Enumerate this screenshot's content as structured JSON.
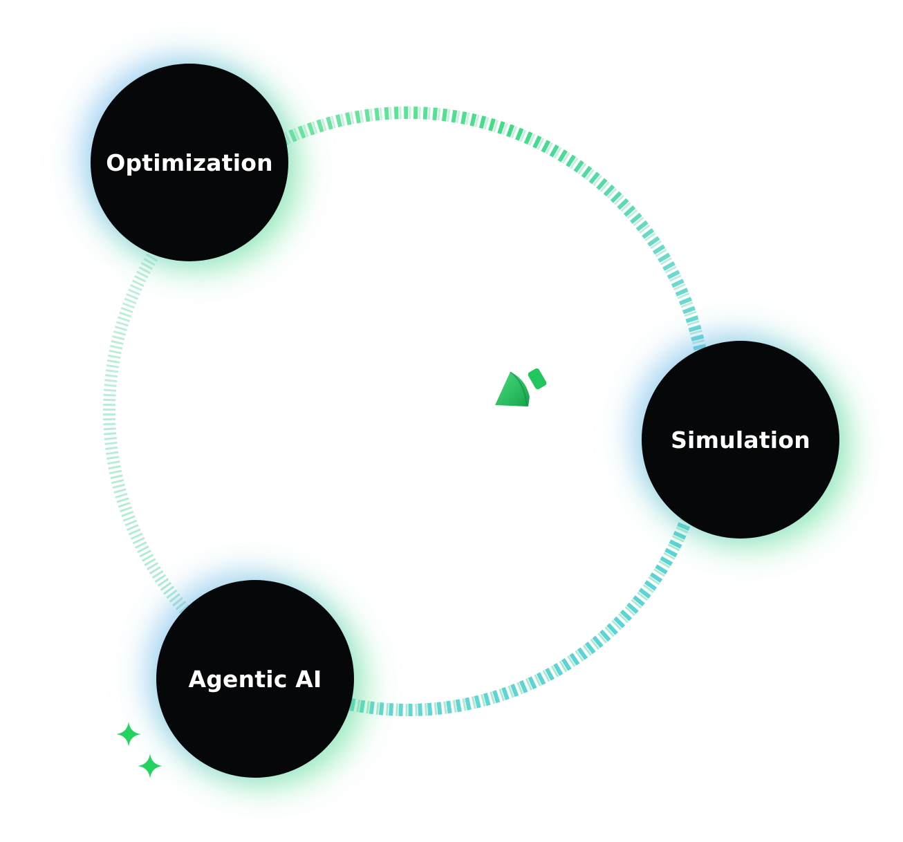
{
  "nodes": {
    "optimization": "Optimization",
    "simulation": "Simulation",
    "agentic": "Agentic AI"
  },
  "icons": {
    "center": "brand-logo-icon",
    "sparkles": "sparkle-icon"
  },
  "colors": {
    "node_fill": "#050709",
    "node_text": "#ffffff",
    "ring_green": "#3ddc84",
    "ring_teal": "#4fd1d9",
    "logo_green": "#22c55e",
    "sparkle_green": "#22d35f"
  }
}
